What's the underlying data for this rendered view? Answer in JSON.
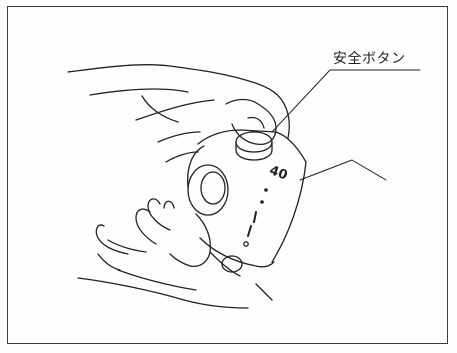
{
  "diagram": {
    "callout": {
      "label": "安全ボタン"
    },
    "dial": {
      "scale_number": "40"
    }
  },
  "colors": {
    "line": "#222222",
    "background": "#fefefe",
    "frame": "#3a3a3a"
  },
  "icons": [
    "hand-illustration",
    "faucet-handle",
    "safety-button"
  ]
}
